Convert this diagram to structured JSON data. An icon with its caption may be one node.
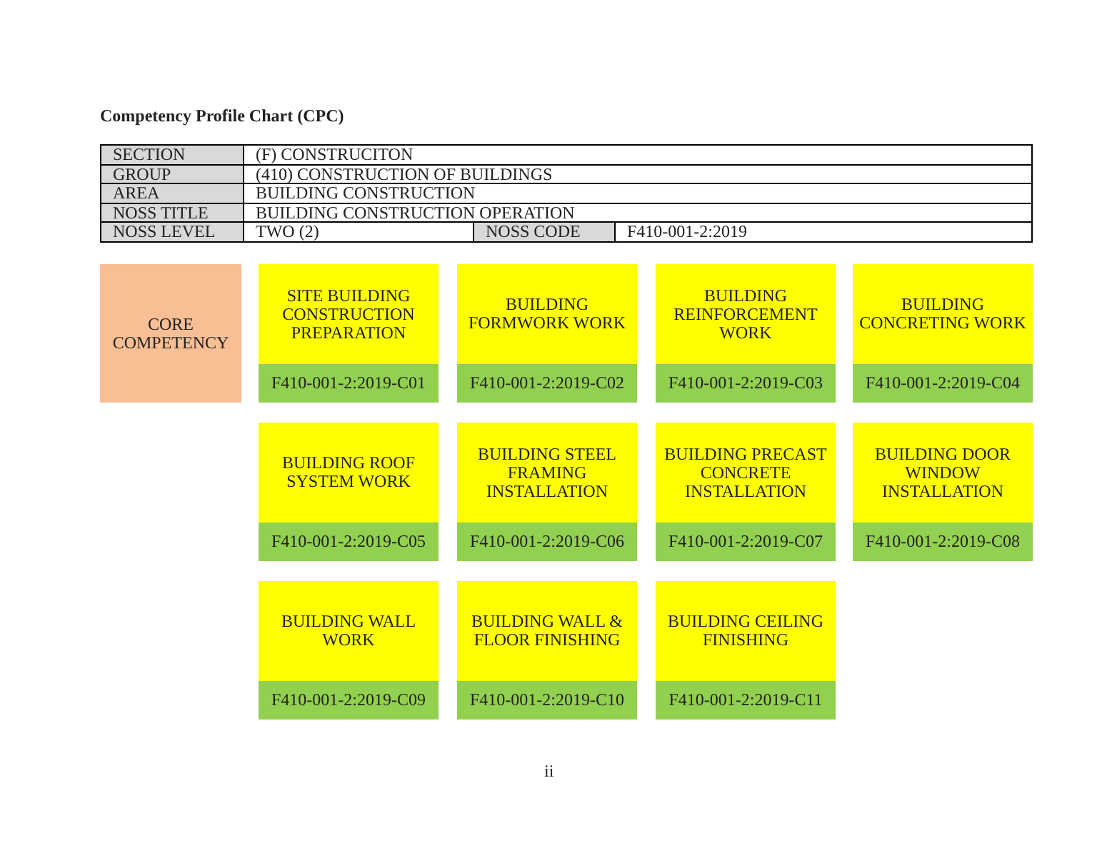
{
  "diagram": {
    "title": "Competency Profile Chart (CPC)",
    "nodes": [
      {
        "text": [
          "CORE COMPETENCY"
        ]
      },
      {
        "text": [
          "SITE BUILDING CONSTRUCTION PREPARATION",
          "F410-001-2:2019-C01"
        ]
      },
      {
        "text": [
          "BUILDING FORMWORK WORK",
          "F410-001-2:2019-C02"
        ]
      },
      {
        "text": [
          "BUILDING REINFORCEMENT WORK",
          "F410-001-2:2019-C03"
        ]
      },
      {
        "text": [
          "BUILDING CONCRETING WORK",
          "F410-001-2:2019-C04"
        ]
      },
      {
        "text": [
          "BUILDING ROOF SYSTEM WORK",
          "F410-001-2:2019-C05"
        ]
      },
      {
        "text": [
          "BUILDING STEEL FRAMING INSTALLATION",
          "F410-001-2:2019-C06"
        ]
      },
      {
        "text": [
          "BUILDING PRECAST CONCRETE INSTALLATION",
          "F410-001-2:2019-C07"
        ]
      },
      {
        "text": [
          "BUILDING DOOR WINDOW INSTALLATION",
          "F410-001-2:2019-C08"
        ]
      },
      {
        "text": [
          "BUILDING WALL WORK",
          "F410-001-2:2019-C09"
        ]
      },
      {
        "text": [
          "BUILDING WALL & FLOOR FINISHING",
          "F410-001-2:2019-C10"
        ]
      },
      {
        "text": [
          "BUILDING CEILING FINISHING",
          "F410-001-2:2019-C11"
        ]
      }
    ],
    "edges": [],
    "labels": [
      "SECTION",
      "(F) CONSTRUCITON",
      "GROUP",
      "(410) CONSTRUCTION OF BUILDINGS",
      "AREA",
      "BUILDING CONSTRUCTION",
      "NOSS TITLE",
      "BUILDING CONSTRUCTION OPERATION",
      "NOSS LEVEL",
      "TWO (2)",
      "NOSS CODE",
      "F410-001-2:2019",
      "ii"
    ]
  }
}
